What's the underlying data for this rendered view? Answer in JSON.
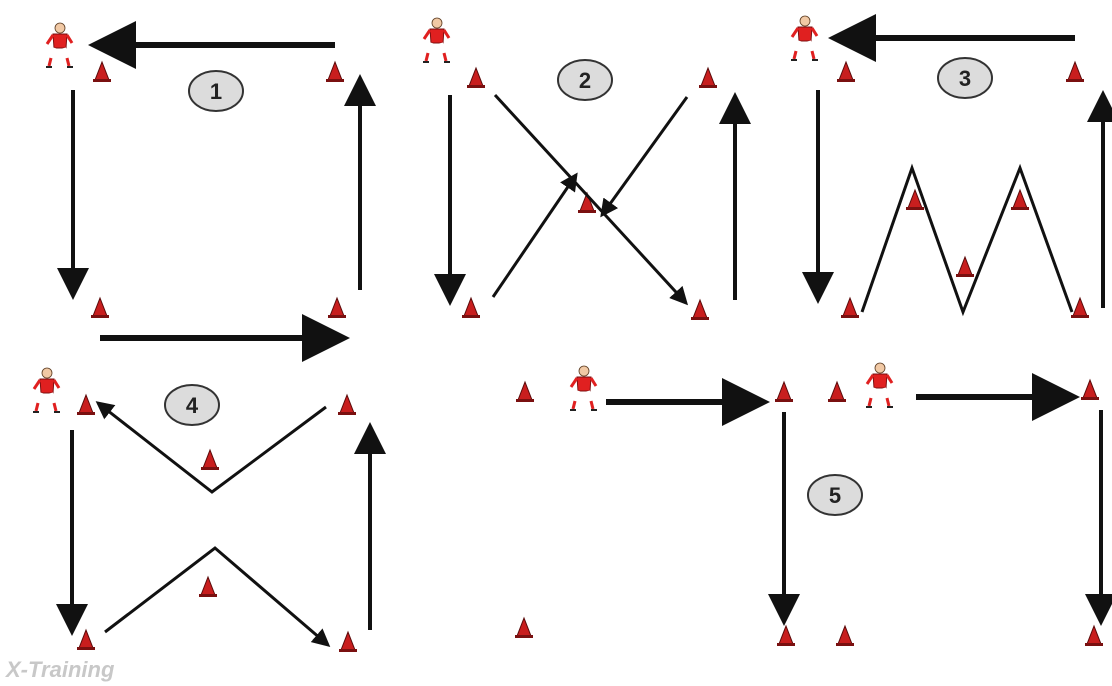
{
  "drills": [
    {
      "id": "drill-1",
      "number": "1"
    },
    {
      "id": "drill-2",
      "number": "2"
    },
    {
      "id": "drill-3",
      "number": "3"
    },
    {
      "id": "drill-4",
      "number": "4"
    },
    {
      "id": "drill-5",
      "number": "5"
    }
  ],
  "watermark": "X-Training",
  "colors": {
    "arrow": "#111111",
    "cone": "#c81e1e",
    "player_shirt": "#e02020",
    "badge_fill": "#dcdcdc",
    "watermark": "#c8c8c8"
  },
  "icons": {
    "cone": "training-cone-icon",
    "player": "soccer-player-icon"
  }
}
